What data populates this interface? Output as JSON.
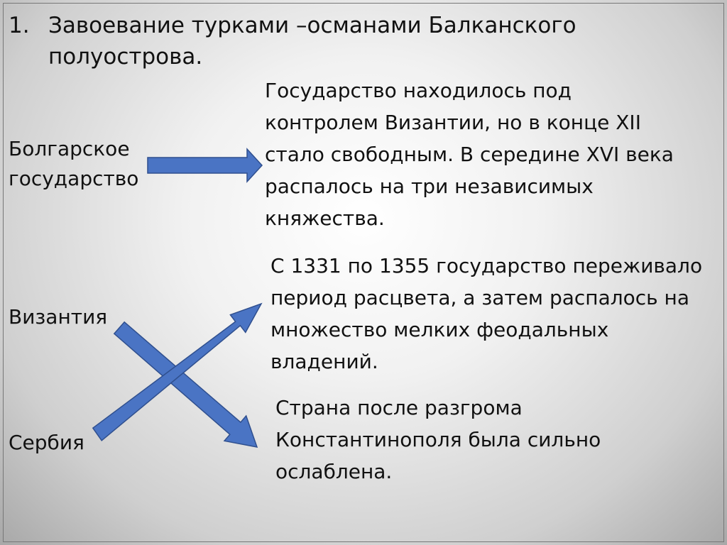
{
  "slide": {
    "number": "1.",
    "title": "Завоевание турками –османами Балканского полуострова."
  },
  "states": [
    {
      "name_line1": "Болгарское",
      "name_line2": "государство",
      "description": "  Государство  находилось под\nконтролем Византии, но в конце XII\nстало свободным. В середине XVI века\nраспалось на три независимых\nкняжества."
    },
    {
      "name": "Византия",
      "description": "С 1331 по 1355 государство переживало\nпериод  расцвета, а затем распалось на\nмножество мелких феодальных\nвладений."
    },
    {
      "name": "Сербия",
      "description": "Страна после разгрома\nКонстантинополя была сильно\nослаблена."
    }
  ],
  "colors": {
    "arrow_fill": "#4a74c4",
    "arrow_stroke": "#2f4f8e"
  }
}
